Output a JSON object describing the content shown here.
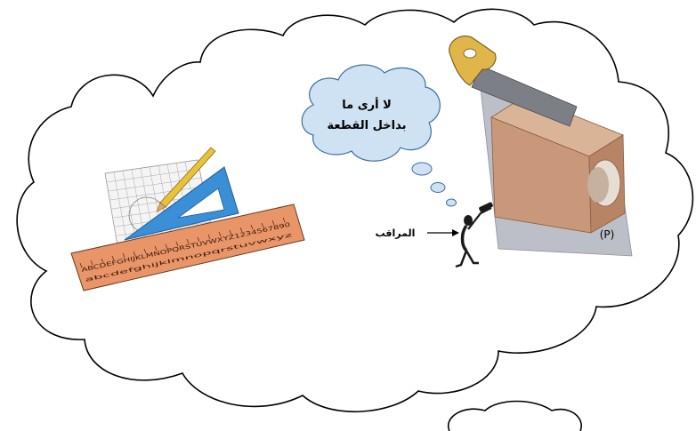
{
  "thought": {
    "line1": "لا أرى ما",
    "line2": "بداخل القطعة"
  },
  "observer_label": "المراقب",
  "plane_label": "(P)",
  "ruler": {
    "letters": "ABCDEFGHIJKLMNOPQRSTUVWXYZ1234567890",
    "lowercase": "abcdefghijklmnopqrstuvwxyz"
  },
  "colors": {
    "cloud_stroke": "#000000",
    "thought_fill": "#cfe2f3",
    "thought_stroke": "#3a6ea5",
    "ruler_fill": "#e8956a",
    "triangle_fill": "#3a8fd6",
    "pencil_fill": "#e8c23a",
    "box_front": "#c9987a",
    "box_top": "#d9b497",
    "plane_fill": "#b9bcc6",
    "saw_handle": "#e0b64a",
    "saw_blade": "#7d7f86"
  },
  "icons": [
    "drafting-tools-icon",
    "observer-figure-icon",
    "saw-icon",
    "box-section-icon"
  ]
}
